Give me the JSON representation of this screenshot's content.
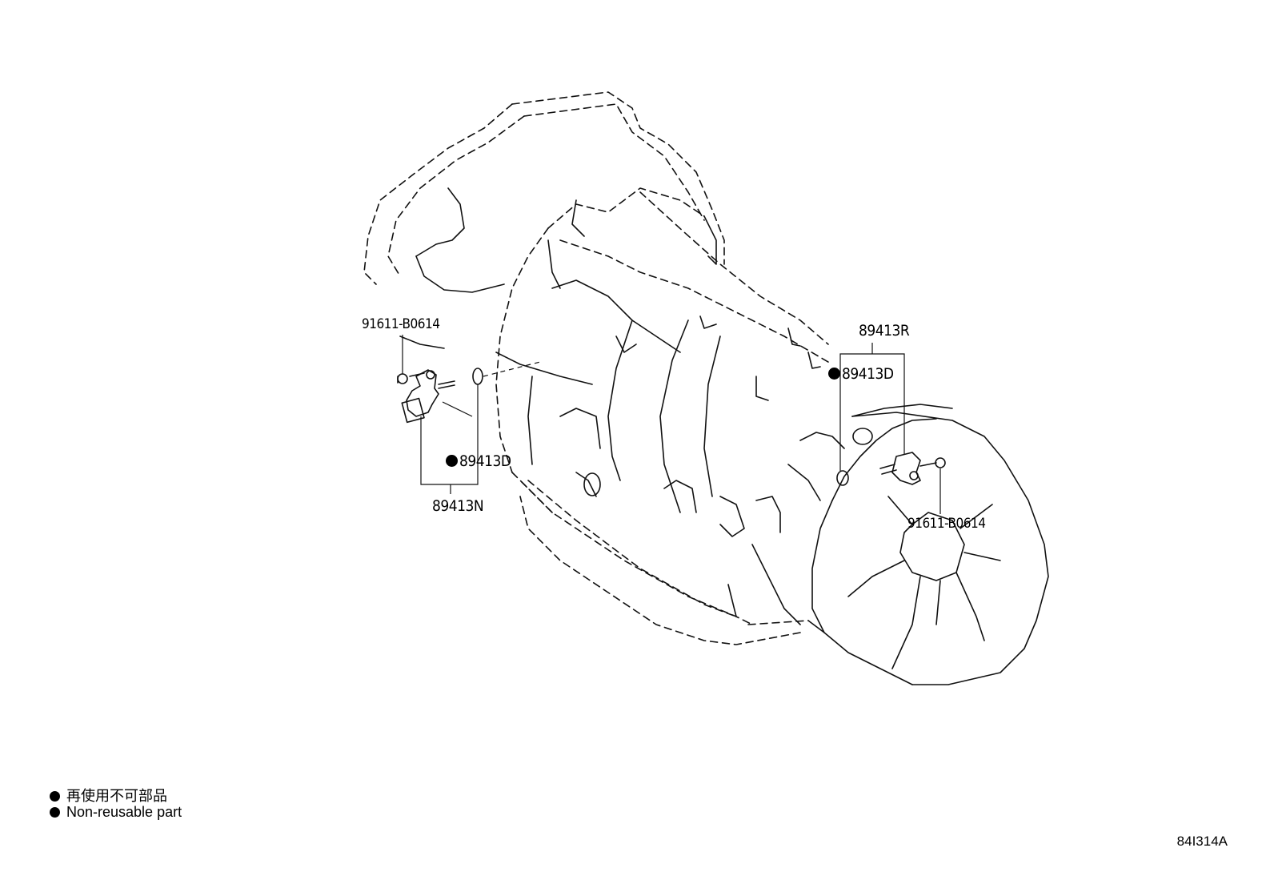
{
  "labels": {
    "bolt_left": "91611-B0614",
    "oring_left": "89413D",
    "sensor_left": "89413N",
    "sensor_right": "89413R",
    "oring_right": "89413D",
    "bolt_right": "91611-B0614"
  },
  "legend": {
    "line_jp": "再使用不可部品",
    "line_en": "Non-reusable part"
  },
  "figure_code": "84I314A"
}
